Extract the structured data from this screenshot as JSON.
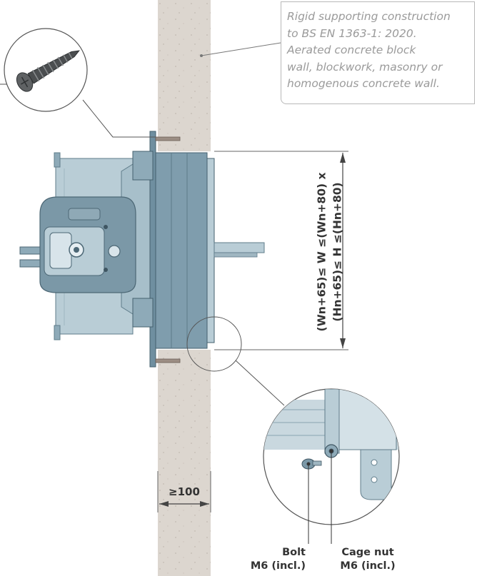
{
  "spec_note": {
    "lines": [
      "Rigid supporting construction",
      "to BS EN 1363-1: 2020.",
      "Aerated concrete block",
      "wall, blockwork, masonry or",
      "homogenous concrete wall."
    ]
  },
  "dimension_label": {
    "line1": "(Wn+65)≤ W ≤(Wn+80) x",
    "line2": "(Hn+65)≤ H ≤(Hn+80)"
  },
  "wall_depth_label": "≥100",
  "bolt_callout": {
    "line1": "Bolt",
    "line2": "M6 (incl.)"
  },
  "cage_nut_callout": {
    "line1": "Cage nut",
    "line2": "M6 (incl.)"
  },
  "colors": {
    "wall": "#dcd6cf",
    "damper_dark": "#6f8fa0",
    "damper_mid": "#8eaab8",
    "damper_light": "#b9cdd6",
    "line": "#555555"
  }
}
